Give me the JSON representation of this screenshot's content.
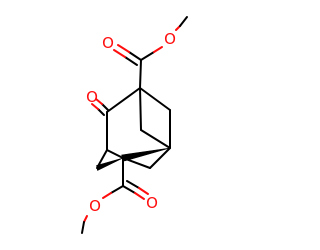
{
  "molecule": {
    "atoms": {
      "ketone_oxygen": {
        "symbol": "O",
        "color": "#ff0d0d"
      },
      "top_ester_carbonyl_oxygen": {
        "symbol": "O",
        "color": "#ff0d0d"
      },
      "top_ester_ether_oxygen": {
        "symbol": "O",
        "color": "#ff0d0d"
      },
      "bottom_ester_ether_oxygen": {
        "symbol": "O",
        "color": "#ff0d0d"
      },
      "bottom_ester_carbonyl_oxygen": {
        "symbol": "O",
        "color": "#ff0d0d"
      }
    },
    "colors": {
      "bond": "#000000",
      "heteroatom_oxygen": "#ff0d0d",
      "background": "#ffffff"
    }
  }
}
